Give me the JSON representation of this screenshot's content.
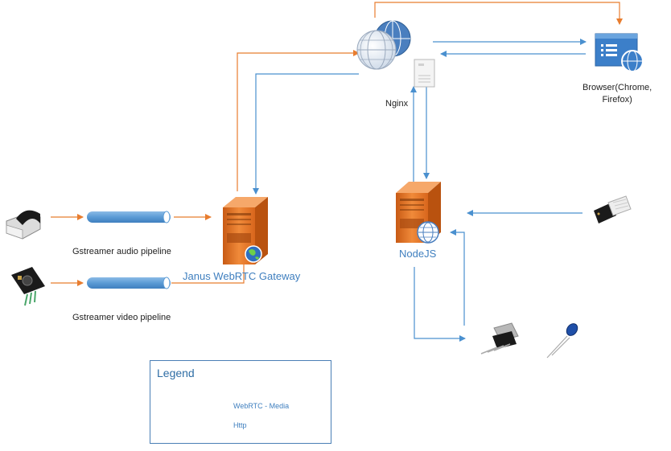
{
  "colors": {
    "media": "#e87d2f",
    "http": "#4a90cf",
    "server": "#e8782a",
    "pipe": "#5b9bd5"
  },
  "nodes": {
    "nginx": {
      "label": "Nginx"
    },
    "browser": {
      "label_line1": "Browser(Chrome,",
      "label_line2": "Firefox)"
    },
    "janus": {
      "label": "Janus WebRTC Gateway"
    },
    "nodejs": {
      "label": "NodeJS"
    },
    "audio_pipeline": {
      "label": "Gstreamer audio pipeline"
    },
    "video_pipeline": {
      "label": "Gstreamer video pipeline"
    }
  },
  "legend": {
    "title": "Legend",
    "items": [
      {
        "label": "WebRTC - Media",
        "color": "#e87d2f"
      },
      {
        "label": "Http",
        "color": "#4a90cf"
      }
    ]
  }
}
